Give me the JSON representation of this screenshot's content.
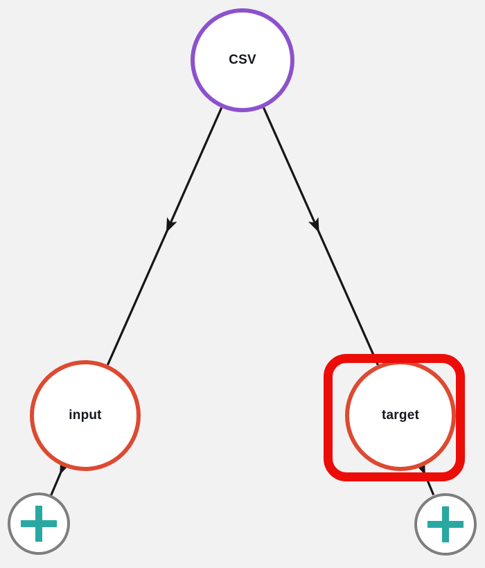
{
  "colors": {
    "background": "#f2f2f2",
    "node_fill": "#ffffff",
    "csv_border": "#8c52cc",
    "io_border": "#dc4a31",
    "highlight": "#ec0d08",
    "edge": "#161616",
    "label_text": "#14171c",
    "plus_icon": "#29a8a2",
    "plus_border": "#7e7e7e"
  },
  "nodes": {
    "csv": {
      "label": "CSV"
    },
    "input": {
      "label": "input"
    },
    "target": {
      "label": "target",
      "highlighted": true
    }
  },
  "edges": [
    {
      "from": "CSV",
      "to": "input"
    },
    {
      "from": "CSV",
      "to": "target"
    },
    {
      "from": "input",
      "to": "add-node-left"
    },
    {
      "from": "target",
      "to": "add-node-right"
    }
  ],
  "buttons": {
    "add_node_left": {
      "icon": "plus-icon"
    },
    "add_node_right": {
      "icon": "plus-icon"
    }
  },
  "annotation": {
    "type": "red-box-highlight",
    "around_node": "target"
  }
}
